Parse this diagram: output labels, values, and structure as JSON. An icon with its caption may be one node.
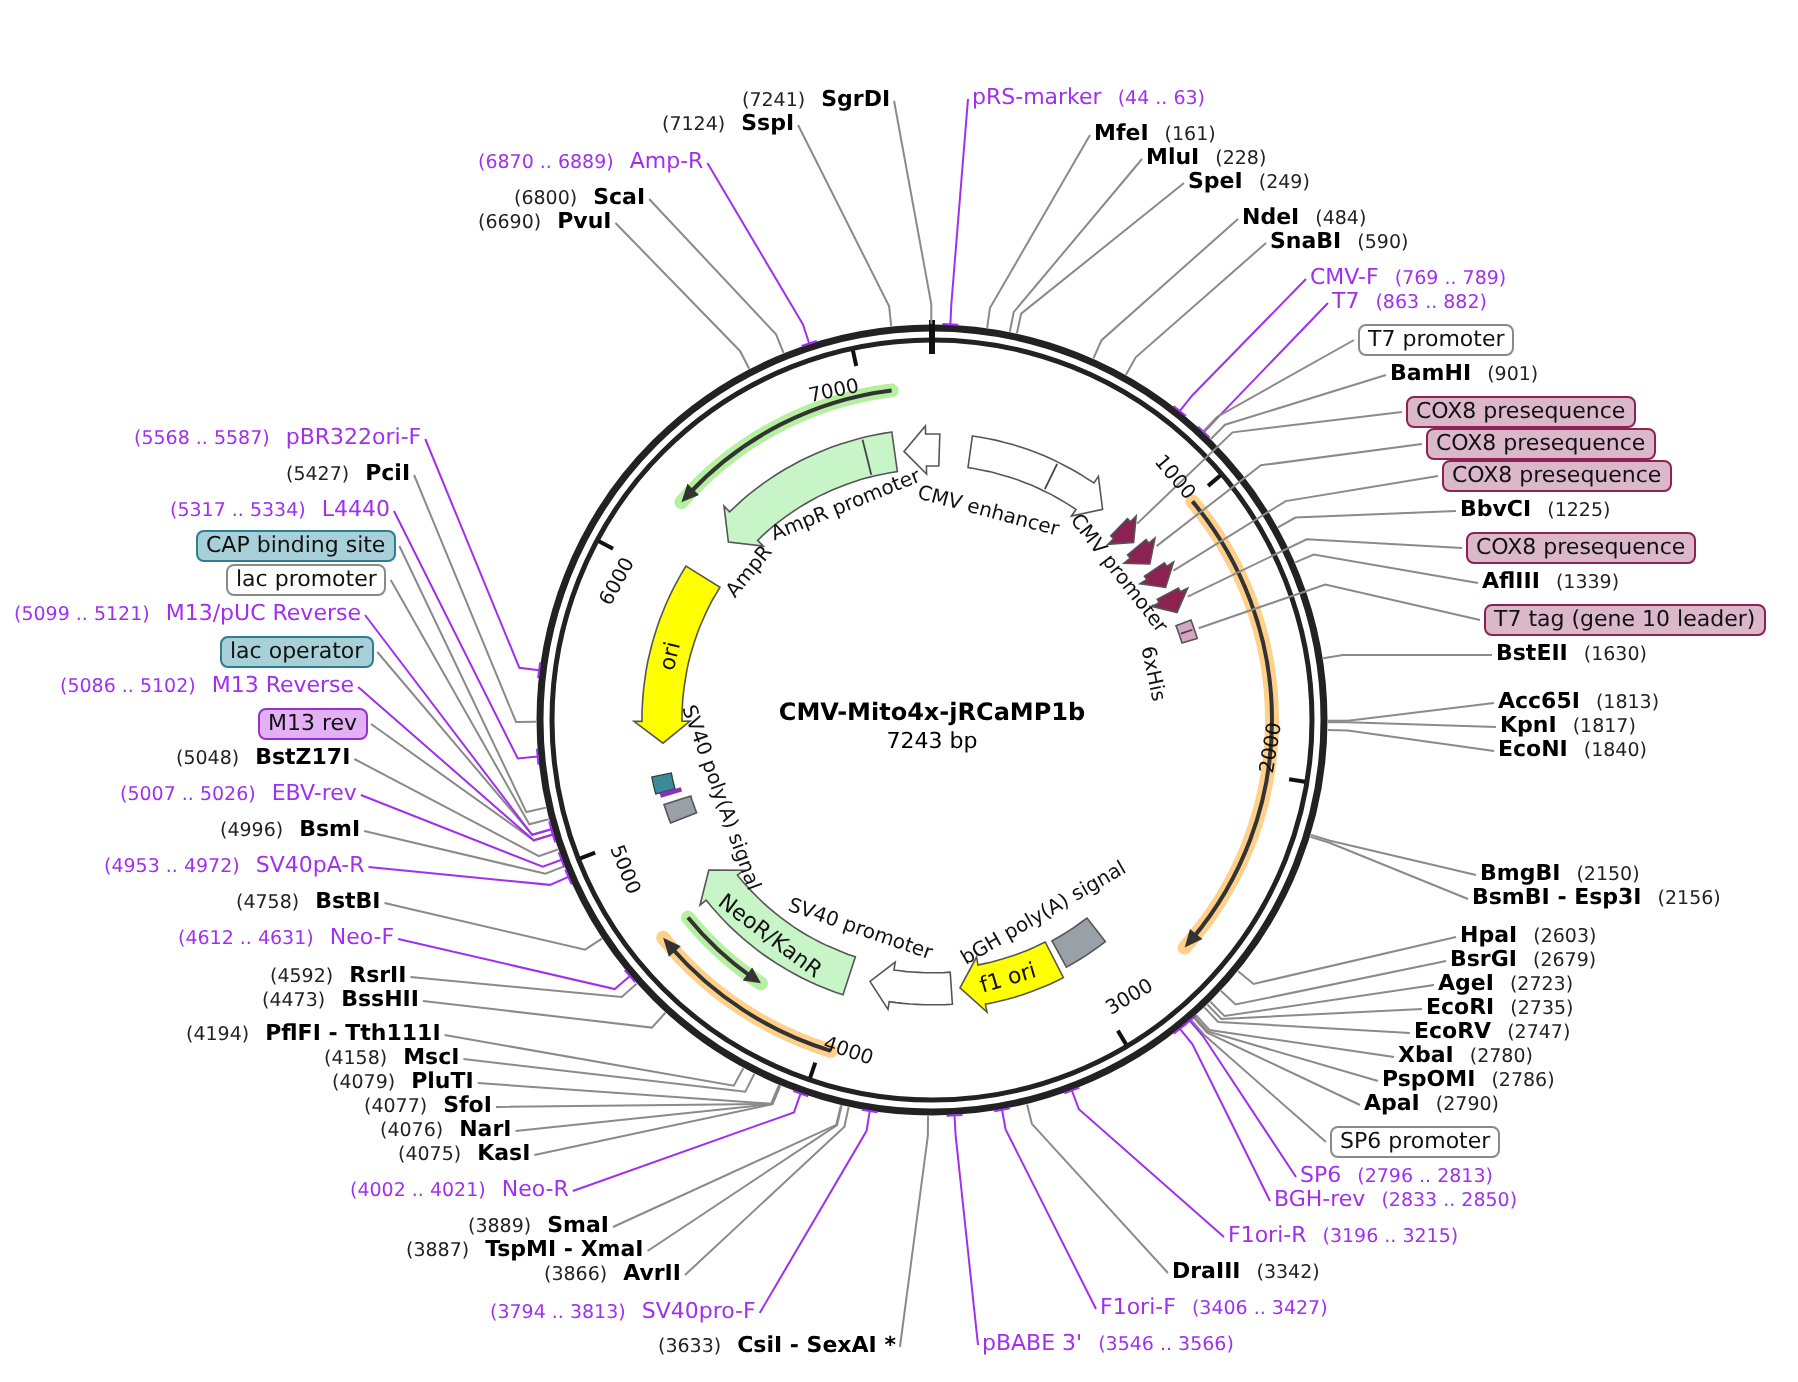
{
  "diagram": {
    "title": "CMV-Mito4x-jRCaMP1b",
    "nodes": [
      {
        "text": [
          "pRS-marker",
          "(44 .. 63)"
        ]
      },
      {
        "text": [
          "MfeI",
          "(161)"
        ]
      },
      {
        "text": [
          "MluI",
          "(228)"
        ]
      },
      {
        "text": [
          "SpeI",
          "(249)"
        ]
      },
      {
        "text": [
          "NdeI",
          "(484)"
        ]
      },
      {
        "text": [
          "SnaBI",
          "(590)"
        ]
      },
      {
        "text": [
          "CMV-F",
          "(769 .. 789)"
        ]
      },
      {
        "text": [
          "T7",
          "(863 .. 882)"
        ]
      },
      {
        "text": [
          "T7 promoter"
        ]
      },
      {
        "text": [
          "BamHI",
          "(901)"
        ]
      },
      {
        "text": [
          "COX8 presequence"
        ]
      },
      {
        "text": [
          "COX8 presequence"
        ]
      },
      {
        "text": [
          "COX8 presequence"
        ]
      },
      {
        "text": [
          "BbvCI",
          "(1225)"
        ]
      },
      {
        "text": [
          "COX8 presequence"
        ]
      },
      {
        "text": [
          "AflIII",
          "(1339)"
        ]
      },
      {
        "text": [
          "T7 tag (gene 10 leader)"
        ]
      },
      {
        "text": [
          "BstEII",
          "(1630)"
        ]
      },
      {
        "text": [
          "Acc65I",
          "(1813)"
        ]
      },
      {
        "text": [
          "KpnI",
          "(1817)"
        ]
      },
      {
        "text": [
          "EcoNI",
          "(1840)"
        ]
      },
      {
        "text": [
          "BmgBI",
          "(2150)"
        ]
      },
      {
        "text": [
          "BsmBI - Esp3I",
          "(2156)"
        ]
      },
      {
        "text": [
          "HpaI",
          "(2603)"
        ]
      },
      {
        "text": [
          "BsrGI",
          "(2679)"
        ]
      },
      {
        "text": [
          "AgeI",
          "(2723)"
        ]
      },
      {
        "text": [
          "EcoRI",
          "(2735)"
        ]
      },
      {
        "text": [
          "EcoRV",
          "(2747)"
        ]
      },
      {
        "text": [
          "XbaI",
          "(2780)"
        ]
      },
      {
        "text": [
          "PspOMI",
          "(2786)"
        ]
      },
      {
        "text": [
          "ApaI",
          "(2790)"
        ]
      },
      {
        "text": [
          "SP6 promoter"
        ]
      },
      {
        "text": [
          "SP6",
          "(2796 .. 2813)"
        ]
      },
      {
        "text": [
          "BGH-rev",
          "(2833 .. 2850)"
        ]
      },
      {
        "text": [
          "F1ori-R",
          "(3196 .. 3215)"
        ]
      },
      {
        "text": [
          "DraIII",
          "(3342)"
        ]
      },
      {
        "text": [
          "F1ori-F",
          "(3406 .. 3427)"
        ]
      },
      {
        "text": [
          "pBABE 3'",
          "(3546 .. 3566)"
        ]
      },
      {
        "text": [
          "(3633)",
          "CsiI - SexAI *"
        ]
      },
      {
        "text": [
          "(3794 .. 3813)",
          "SV40pro-F"
        ]
      },
      {
        "text": [
          "(3866)",
          "AvrII"
        ]
      },
      {
        "text": [
          "(3887)",
          "TspMI - XmaI"
        ]
      },
      {
        "text": [
          "(3889)",
          "SmaI"
        ]
      },
      {
        "text": [
          "(4002 .. 4021)",
          "Neo-R"
        ]
      },
      {
        "text": [
          "(4075)",
          "KasI"
        ]
      },
      {
        "text": [
          "(4076)",
          "NarI"
        ]
      },
      {
        "text": [
          "(4077)",
          "SfoI"
        ]
      },
      {
        "text": [
          "(4079)",
          "PluTI"
        ]
      },
      {
        "text": [
          "(4158)",
          "MscI"
        ]
      },
      {
        "text": [
          "(4194)",
          "PflFI - Tth111I"
        ]
      },
      {
        "text": [
          "(4473)",
          "BssHII"
        ]
      },
      {
        "text": [
          "(4592)",
          "RsrII"
        ]
      },
      {
        "text": [
          "(4612 .. 4631)",
          "Neo-F"
        ]
      },
      {
        "text": [
          "(4758)",
          "BstBI"
        ]
      },
      {
        "text": [
          "(4953 .. 4972)",
          "SV40pA-R"
        ]
      },
      {
        "text": [
          "(4996)",
          "BsmI"
        ]
      },
      {
        "text": [
          "(5007 .. 5026)",
          "EBV-rev"
        ]
      },
      {
        "text": [
          "(5048)",
          "BstZ17I"
        ]
      },
      {
        "text": [
          "M13 rev"
        ]
      },
      {
        "text": [
          "(5086 .. 5102)",
          "M13 Reverse"
        ]
      },
      {
        "text": [
          "lac operator"
        ]
      },
      {
        "text": [
          "(5099 .. 5121)",
          "M13/pUC Reverse"
        ]
      },
      {
        "text": [
          "lac promoter"
        ]
      },
      {
        "text": [
          "CAP binding site"
        ]
      },
      {
        "text": [
          "(5317 .. 5334)",
          "L4440"
        ]
      },
      {
        "text": [
          "(5427)",
          "PciI"
        ]
      },
      {
        "text": [
          "(5568 .. 5587)",
          "pBR322ori-F"
        ]
      },
      {
        "text": [
          "(6690)",
          "PvuI"
        ]
      },
      {
        "text": [
          "(6800)",
          "ScaI"
        ]
      },
      {
        "text": [
          "(6870 .. 6889)",
          "Amp-R"
        ]
      },
      {
        "text": [
          "(7124)",
          "SspI"
        ]
      },
      {
        "text": [
          "(7241)",
          "SgrDI"
        ]
      },
      {
        "text": [
          "ori"
        ]
      },
      {
        "text": [
          "NeoR/KanR"
        ]
      },
      {
        "text": [
          "f1 ori"
        ]
      },
      {
        "text": [
          "AmpR"
        ]
      },
      {
        "text": [
          "AmpR promoter"
        ]
      },
      {
        "text": [
          "CMV enhancer",
          "CMV promoter"
        ]
      },
      {
        "text": [],
        "shape": "arrow"
      },
      {
        "text": [],
        "shape": "arrow"
      },
      {
        "text": [],
        "shape": "arrow"
      },
      {
        "text": [],
        "shape": "arrow"
      },
      {
        "text": [
          "6xHis"
        ]
      },
      {
        "text": [
          "SV40 poly(A) signal"
        ]
      },
      {
        "text": [
          "SV40 promoter"
        ]
      },
      {
        "text": [
          "bGH poly(A) signal"
        ]
      }
    ],
    "edges": [
      {
        "from": 0,
        "to": null,
        "arrow": "none",
        "color": "#a030f0"
      },
      {
        "from": 1,
        "to": null,
        "arrow": "none"
      },
      {
        "from": 2,
        "to": null,
        "arrow": "none"
      },
      {
        "from": 3,
        "to": null,
        "arrow": "none"
      },
      {
        "from": 4,
        "to": null,
        "arrow": "none"
      },
      {
        "from": 5,
        "to": null,
        "arrow": "none"
      },
      {
        "from": 6,
        "to": null,
        "arrow": "none",
        "color": "#a030f0"
      },
      {
        "from": 7,
        "to": null,
        "arrow": "none",
        "color": "#a030f0"
      },
      {
        "from": 8,
        "to": null,
        "arrow": "none"
      },
      {
        "from": 9,
        "to": null,
        "arrow": "none"
      },
      {
        "from": 10,
        "to": 78,
        "arrow": "none"
      },
      {
        "from": 11,
        "to": 79,
        "arrow": "none"
      },
      {
        "from": 12,
        "to": 80,
        "arrow": "none"
      },
      {
        "from": 13,
        "to": null,
        "arrow": "none"
      },
      {
        "from": 14,
        "to": 81,
        "arrow": "none"
      },
      {
        "from": 15,
        "to": null,
        "arrow": "none"
      },
      {
        "from": 16,
        "to": 82,
        "arrow": "none"
      },
      {
        "from": 17,
        "to": null,
        "arrow": "none"
      },
      {
        "from": 18,
        "to": null,
        "arrow": "none"
      },
      {
        "from": 19,
        "to": null,
        "arrow": "none"
      },
      {
        "from": 20,
        "to": null,
        "arrow": "none"
      },
      {
        "from": 21,
        "to": null,
        "arrow": "none"
      },
      {
        "from": 22,
        "to": null,
        "arrow": "none"
      },
      {
        "from": 23,
        "to": null,
        "arrow": "none"
      },
      {
        "from": 24,
        "to": null,
        "arrow": "none"
      },
      {
        "from": 25,
        "to": null,
        "arrow": "none"
      },
      {
        "from": 26,
        "to": null,
        "arrow": "none"
      },
      {
        "from": 27,
        "to": null,
        "arrow": "none"
      },
      {
        "from": 28,
        "to": null,
        "arrow": "none"
      },
      {
        "from": 29,
        "to": null,
        "arrow": "none"
      },
      {
        "from": 30,
        "to": null,
        "arrow": "none"
      },
      {
        "from": 31,
        "to": null,
        "arrow": "none"
      },
      {
        "from": 32,
        "to": null,
        "arrow": "none",
        "color": "#a030f0"
      },
      {
        "from": 33,
        "to": null,
        "arrow": "none",
        "color": "#a030f0"
      },
      {
        "from": 34,
        "to": null,
        "arrow": "none",
        "color": "#a030f0"
      },
      {
        "from": 35,
        "to": null,
        "arrow": "none"
      },
      {
        "from": 36,
        "to": null,
        "arrow": "none",
        "color": "#a030f0"
      },
      {
        "from": 37,
        "to": null,
        "arrow": "none",
        "color": "#a030f0"
      },
      {
        "from": 38,
        "to": null,
        "arrow": "none"
      },
      {
        "from": 39,
        "to": null,
        "arrow": "none",
        "color": "#a030f0"
      },
      {
        "from": 40,
        "to": null,
        "arrow": "none"
      },
      {
        "from": 41,
        "to": null,
        "arrow": "none"
      },
      {
        "from": 42,
        "to": null,
        "arrow": "none"
      },
      {
        "from": 43,
        "to": null,
        "arrow": "none",
        "color": "#a030f0"
      },
      {
        "from": 44,
        "to": null,
        "arrow": "none"
      },
      {
        "from": 45,
        "to": null,
        "arrow": "none"
      },
      {
        "from": 46,
        "to": null,
        "arrow": "none"
      },
      {
        "from": 47,
        "to": null,
        "arrow": "none"
      },
      {
        "from": 48,
        "to": null,
        "arrow": "none"
      },
      {
        "from": 49,
        "to": null,
        "arrow": "none"
      },
      {
        "from": 50,
        "to": null,
        "arrow": "none"
      },
      {
        "from": 51,
        "to": null,
        "arrow": "none"
      },
      {
        "from": 52,
        "to": null,
        "arrow": "none",
        "color": "#a030f0"
      },
      {
        "from": 53,
        "to": null,
        "arrow": "none"
      },
      {
        "from": 54,
        "to": null,
        "arrow": "none",
        "color": "#a030f0"
      },
      {
        "from": 55,
        "to": null,
        "arrow": "none"
      },
      {
        "from": 56,
        "to": null,
        "arrow": "none",
        "color": "#a030f0"
      },
      {
        "from": 57,
        "to": null,
        "arrow": "none"
      },
      {
        "from": 58,
        "to": null,
        "arrow": "none"
      },
      {
        "from": 59,
        "to": null,
        "arrow": "none",
        "color": "#a030f0"
      },
      {
        "from": 60,
        "to": null,
        "arrow": "none"
      },
      {
        "from": 61,
        "to": null,
        "arrow": "none",
        "color": "#a030f0"
      },
      {
        "from": 62,
        "to": null,
        "arrow": "none"
      },
      {
        "from": 63,
        "to": null,
        "arrow": "none"
      },
      {
        "from": 64,
        "to": null,
        "arrow": "none",
        "color": "#a030f0"
      },
      {
        "from": 65,
        "to": null,
        "arrow": "none"
      },
      {
        "from": 66,
        "to": null,
        "arrow": "none",
        "color": "#a030f0"
      },
      {
        "from": 67,
        "to": null,
        "arrow": "none"
      },
      {
        "from": 68,
        "to": null,
        "arrow": "none"
      },
      {
        "from": 69,
        "to": null,
        "arrow": "none",
        "color": "#a030f0"
      },
      {
        "from": 70,
        "to": null,
        "arrow": "none"
      },
      {
        "from": 71,
        "to": null,
        "arrow": "none"
      }
    ],
    "labels": [
      "7243 bp",
      "1000",
      "2000",
      "3000",
      "4000",
      "5000",
      "6000",
      "7000"
    ]
  }
}
